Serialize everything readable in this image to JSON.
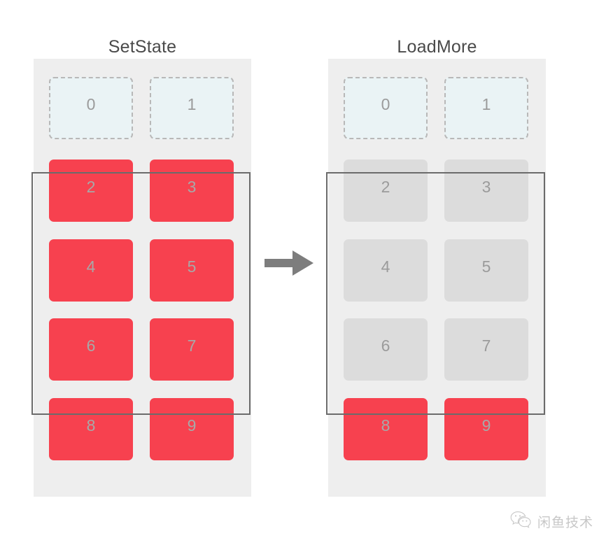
{
  "diagram": {
    "title_left": "SetState",
    "title_right": "LoadMore",
    "arrow_icon": "arrow-right-icon",
    "colors": {
      "panel_background": "#eeeeee",
      "active_cell": "#f7414f",
      "dimmed_cell": "#dcdcdc",
      "placeholder_cell": "#eaf3f5",
      "placeholder_border": "#b8b8b8",
      "cell_number": "#9b9b9b",
      "viewport_border": "#6b6b6b",
      "title_text": "#4a4a4a",
      "arrow": "#7d7d7d",
      "page_background": "#ffffff"
    }
  },
  "panels": [
    {
      "name": "setstate",
      "title": "SetState",
      "cells": [
        {
          "label": "0",
          "state": "placeholder"
        },
        {
          "label": "1",
          "state": "placeholder"
        },
        {
          "label": "2",
          "state": "active"
        },
        {
          "label": "3",
          "state": "active"
        },
        {
          "label": "4",
          "state": "active"
        },
        {
          "label": "5",
          "state": "active"
        },
        {
          "label": "6",
          "state": "active"
        },
        {
          "label": "7",
          "state": "active"
        },
        {
          "label": "8",
          "state": "active"
        },
        {
          "label": "9",
          "state": "active"
        }
      ]
    },
    {
      "name": "loadmore",
      "title": "LoadMore",
      "cells": [
        {
          "label": "0",
          "state": "placeholder"
        },
        {
          "label": "1",
          "state": "placeholder"
        },
        {
          "label": "2",
          "state": "dimmed"
        },
        {
          "label": "3",
          "state": "dimmed"
        },
        {
          "label": "4",
          "state": "dimmed"
        },
        {
          "label": "5",
          "state": "dimmed"
        },
        {
          "label": "6",
          "state": "dimmed"
        },
        {
          "label": "7",
          "state": "dimmed"
        },
        {
          "label": "8",
          "state": "active"
        },
        {
          "label": "9",
          "state": "active"
        }
      ]
    }
  ],
  "watermark": {
    "text": "闲鱼技术",
    "icon": "wechat-icon"
  }
}
